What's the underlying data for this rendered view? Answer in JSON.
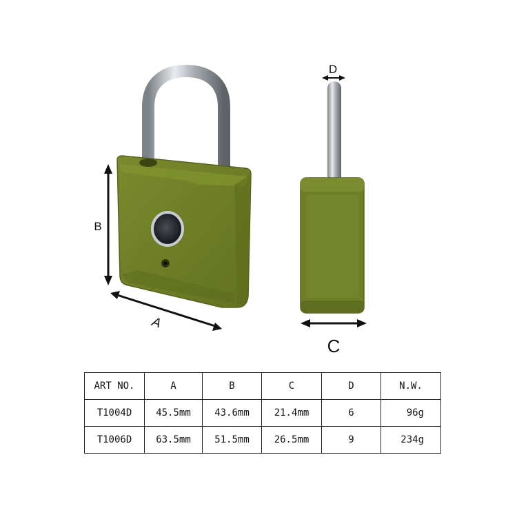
{
  "dimension_labels": {
    "a": "A",
    "b": "B",
    "c": "C",
    "d": "D"
  },
  "colors": {
    "body": "#6f7f28",
    "body_dark": "#5b6a1e",
    "shackle": "#b8bcc2"
  },
  "table": {
    "headers": [
      "ART NO.",
      "A",
      "B",
      "C",
      "D",
      "N.W."
    ],
    "rows": [
      [
        "T1004D",
        "45.5mm",
        "43.6mm",
        "21.4mm",
        "6",
        "96g"
      ],
      [
        "T1006D",
        "63.5mm",
        "51.5mm",
        "26.5mm",
        "9",
        "234g"
      ]
    ]
  }
}
